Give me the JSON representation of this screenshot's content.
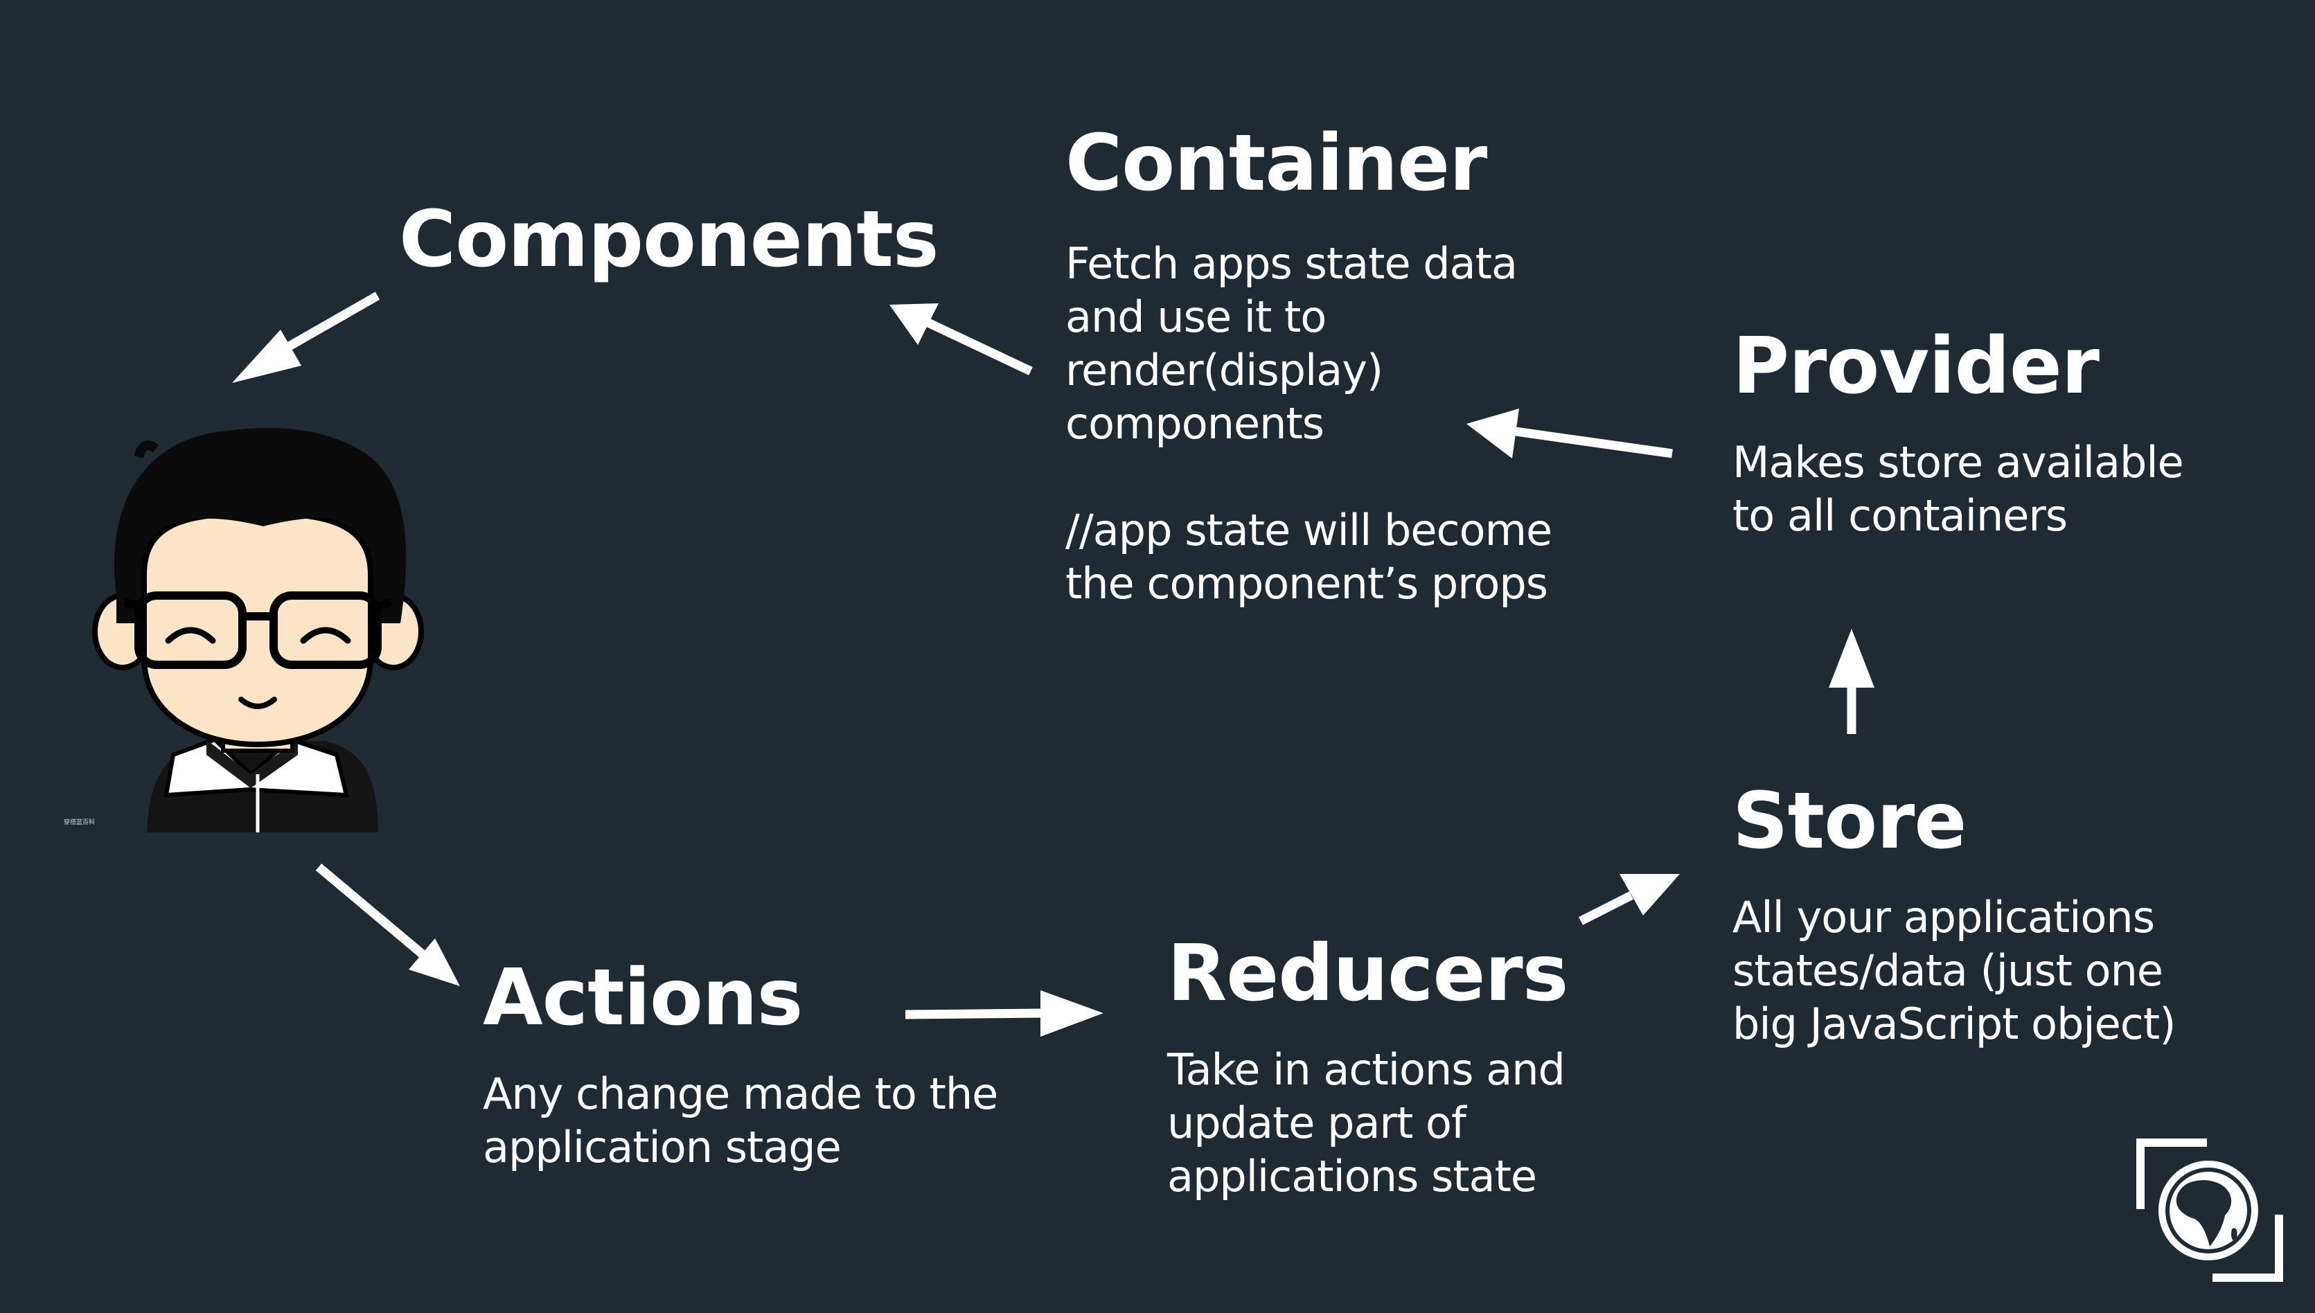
{
  "components": {
    "title": "Components"
  },
  "container": {
    "title": "Container",
    "lines": [
      "Fetch apps state data",
      "and use it to",
      "render(display)",
      "components"
    ],
    "note_lines": [
      "//app state will become",
      "the component’s props"
    ]
  },
  "provider": {
    "title": "Provider",
    "lines": [
      "Makes store available",
      "to all containers"
    ]
  },
  "store": {
    "title": "Store",
    "lines": [
      "All your applications",
      "states/data  (just one",
      "big JavaScript object)"
    ]
  },
  "reducers": {
    "title": "Reducers",
    "lines": [
      "Take in actions and",
      "update part of",
      "applications state"
    ]
  },
  "actions": {
    "title": "Actions",
    "lines": [
      "Any change made to the",
      "application stage"
    ]
  },
  "avatar": {
    "icon": "developer-avatar",
    "caption": "穿搭蓝百科"
  },
  "corner_logo": {
    "icon": "globe-africa-icon"
  },
  "colors": {
    "background": "#1f2a33",
    "text": "#ffffff",
    "skin": "#fce4c6",
    "hair": "#0b0b0b"
  }
}
